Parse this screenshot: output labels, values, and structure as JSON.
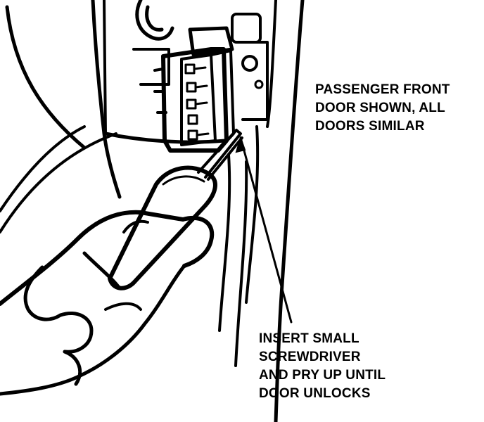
{
  "callouts": {
    "door_note": {
      "lines": [
        "PASSENGER FRONT",
        "DOOR SHOWN, ALL",
        "DOORS SIMILAR"
      ]
    },
    "instruction": {
      "lines": [
        "INSERT SMALL",
        "SCREWDRIVER",
        "AND PRY UP UNTIL",
        "DOOR UNLOCKS"
      ]
    }
  },
  "colors": {
    "ink": "#000000",
    "paper": "#ffffff"
  }
}
